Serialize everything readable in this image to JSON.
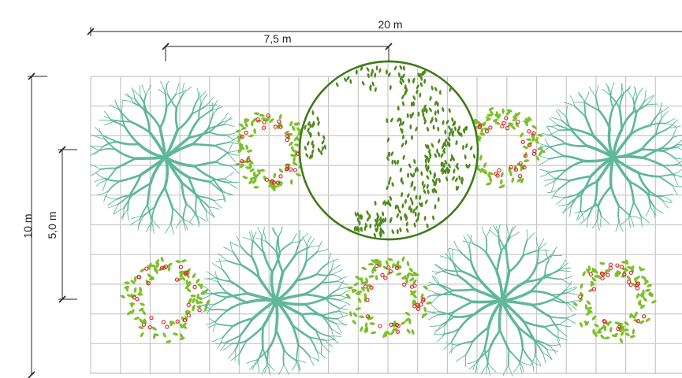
{
  "dimensions": {
    "width_total": "20 m",
    "spacing_top": "7,5 m",
    "height_total": "10 m",
    "spacing_left": "5,0 m"
  },
  "colors": {
    "grid": "#c8c8c8",
    "tree": "#5fb898",
    "canopy": "#3f7a18",
    "canopy_leaf": "#4f8a1e",
    "shrub_leaf": "#7dbf2a",
    "shrub_berry": "#e02020",
    "dim_line": "#222222"
  },
  "plan": {
    "trees": [
      "tree-1",
      "tree-2",
      "tree-3",
      "tree-4",
      "tree-5"
    ],
    "shrubs": [
      "shrub-1",
      "shrub-2",
      "shrub-3",
      "shrub-4",
      "shrub-5"
    ],
    "canopy_circles": [
      "canopy-1"
    ]
  }
}
